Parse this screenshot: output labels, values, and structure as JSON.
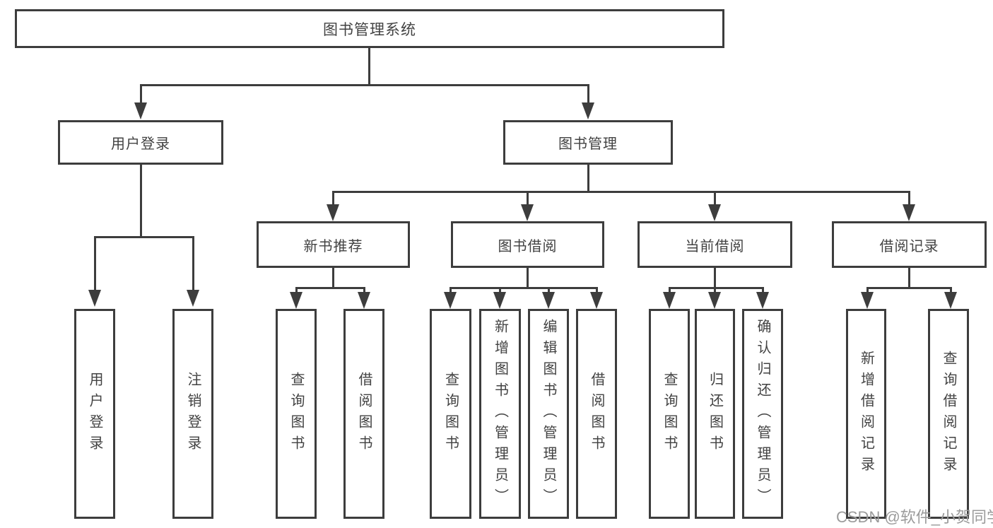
{
  "diagram": {
    "root": {
      "label": "图书管理系统"
    },
    "level2": [
      {
        "id": "user-login",
        "label": "用户登录"
      },
      {
        "id": "book-management",
        "label": "图书管理"
      }
    ],
    "level3": [
      {
        "id": "new-book-recommend",
        "label": "新书推荐",
        "parent": "图书管理"
      },
      {
        "id": "book-borrow",
        "label": "图书借阅",
        "parent": "图书管理"
      },
      {
        "id": "current-borrow",
        "label": "当前借阅",
        "parent": "图书管理"
      },
      {
        "id": "borrow-records",
        "label": "借阅记录",
        "parent": "图书管理"
      }
    ],
    "leaves": [
      {
        "label": "用户登录",
        "parent": "用户登录"
      },
      {
        "label": "注销登录",
        "parent": "用户登录"
      },
      {
        "label": "查询图书",
        "parent": "新书推荐"
      },
      {
        "label": "借阅图书",
        "parent": "新书推荐"
      },
      {
        "label": "查询图书",
        "parent": "图书借阅"
      },
      {
        "label": "新增图书（管理员）",
        "parent": "图书借阅"
      },
      {
        "label": "编辑图书（管理员）",
        "parent": "图书借阅"
      },
      {
        "label": "借阅图书",
        "parent": "图书借阅"
      },
      {
        "label": "查询图书",
        "parent": "当前借阅"
      },
      {
        "label": "归还图书",
        "parent": "当前借阅"
      },
      {
        "label": "确认归还（管理员）",
        "parent": "当前借阅"
      },
      {
        "label": "新增借阅记录",
        "parent": "借阅记录"
      },
      {
        "label": "查询借阅记录",
        "parent": "借阅记录"
      }
    ]
  },
  "watermark": "CSDN @软件_小贺同学",
  "colors": {
    "line": "#3d3d3d",
    "box_border": "#3d3d3d",
    "text": "#424242",
    "watermark": "#9b9b9b",
    "background": "#ffffff"
  }
}
